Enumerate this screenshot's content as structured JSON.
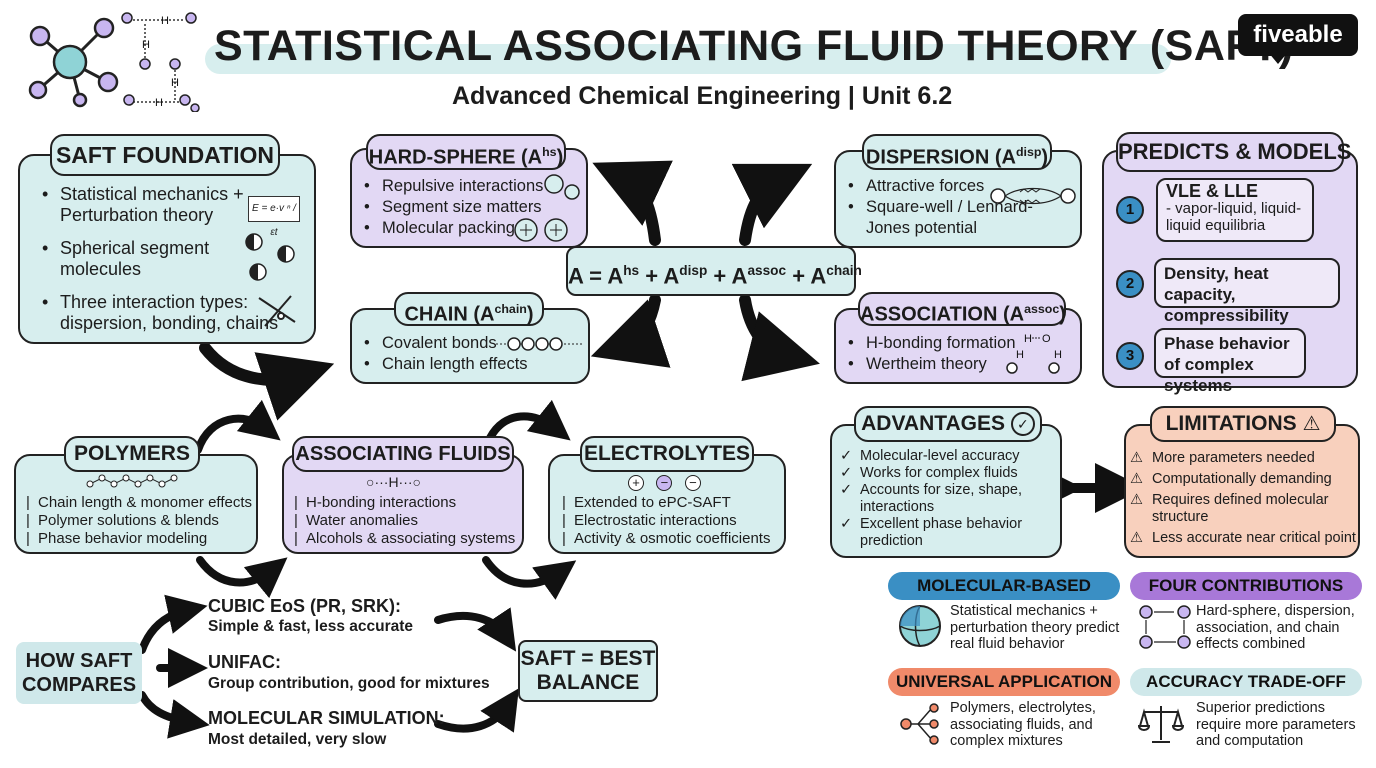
{
  "header": {
    "title": "STATISTICAL ASSOCIATING FLUID THEORY (SAFT)",
    "subtitle": "Advanced Chemical Engineering | Unit 6.2",
    "brand": "fiveable",
    "molecule_labels": [
      "H",
      "H",
      "H",
      "H"
    ]
  },
  "foundation": {
    "title": "SAFT FOUNDATION",
    "items": [
      "Statistical mechanics + Perturbation theory",
      "Spherical segment molecules",
      "Three interaction types: dispersion, bonding, chains"
    ],
    "formula": "E = e·v ⁿ / ɛt"
  },
  "hard_sphere": {
    "title": "HARD-SPHERE (A",
    "sup": "hs",
    "close": ")",
    "items": [
      "Repulsive interactions",
      "Segment size matters",
      "Molecular packing"
    ]
  },
  "chain": {
    "title": "CHAIN (A",
    "sup": "chain",
    "close": ")",
    "items": [
      "Covalent bonds",
      "Chain length effects"
    ]
  },
  "dispersion": {
    "title": "DISPERSION (A",
    "sup": "disp",
    "close": ")",
    "items": [
      "Attractive forces",
      "Square-well / Lennard-Jones potential"
    ]
  },
  "association": {
    "title": "ASSOCIATION (A",
    "sup": "assoc",
    "close": ")",
    "items": [
      "H-bonding formation",
      "Wertheim theory"
    ],
    "icon_labels": [
      "H",
      "O",
      "H",
      "H"
    ]
  },
  "equation": {
    "a": "A = A",
    "hs": "hs",
    "p1": " + A",
    "disp": "disp",
    "p2": " + A",
    "assoc": "assoc",
    "p3": " + A",
    "chain": "chain"
  },
  "predicts": {
    "title": "PREDICTS & MODELS",
    "items": [
      {
        "n": "1",
        "label": "VLE & LLE",
        "sub": "- vapor-liquid, liquid-liquid equilibria"
      },
      {
        "n": "2",
        "label": "Density, heat capacity, compressibility"
      },
      {
        "n": "3",
        "label": "Phase behavior of complex systems"
      }
    ]
  },
  "polymers": {
    "title": "POLYMERS",
    "items": [
      "Chain length & monomer effects",
      "Polymer solutions & blends",
      "Phase behavior modeling"
    ]
  },
  "assoc_fluids": {
    "title": "ASSOCIATING FLUIDS",
    "icon": "○···H···○",
    "items": [
      "H-bonding interactions",
      "Water anomalies",
      "Alcohols & associating systems"
    ]
  },
  "electrolytes": {
    "title": "ELECTROLYTES",
    "ions": [
      "+",
      "−",
      "−"
    ],
    "items": [
      "Extended to ePC-SAFT",
      "Electrostatic interactions",
      "Activity & osmotic coefficients"
    ]
  },
  "advantages": {
    "title": "ADVANTAGES",
    "items": [
      "Molecular-level accuracy",
      "Works for complex fluids",
      "Accounts for size, shape, interactions",
      "Excellent phase behavior prediction"
    ]
  },
  "limitations": {
    "title": "LIMITATIONS",
    "items": [
      "More parameters needed",
      "Computationally demanding",
      "Requires defined molecular structure",
      "Less accurate near critical point"
    ]
  },
  "compare": {
    "title": "HOW SAFT COMPARES",
    "methods": [
      {
        "name": "CUBIC EoS (PR, SRK):",
        "desc": "Simple & fast, less accurate"
      },
      {
        "name": "UNIFAC:",
        "desc": "Group contribution, good for mixtures"
      },
      {
        "name": "MOLECULAR SIMULATION:",
        "desc": "Most detailed, very slow"
      }
    ],
    "result": "SAFT = BEST BALANCE"
  },
  "summary": {
    "molecular": {
      "title": "MOLECULAR-BASED",
      "text": "Statistical mechanics + perturbation theory predict real fluid behavior"
    },
    "four": {
      "title": "FOUR CONTRIBUTIONS",
      "text": "Hard-sphere, dispersion, association, and chain effects combined"
    },
    "universal": {
      "title": "UNIVERSAL APPLICATION",
      "text": "Polymers, electrolytes, associating fluids, and complex mixtures"
    },
    "tradeoff": {
      "title": "ACCURACY TRADE-OFF",
      "text": "Superior predictions require more parameters and computation"
    }
  },
  "colors": {
    "teal": "#d7eeee",
    "purple": "#e2d8f4",
    "orange": "#f8d0bd",
    "blue_band": "#3a8fc4",
    "purple_band": "#a878d8",
    "orange_band": "#f08a6a",
    "teal_band": "#cfe8ea"
  }
}
